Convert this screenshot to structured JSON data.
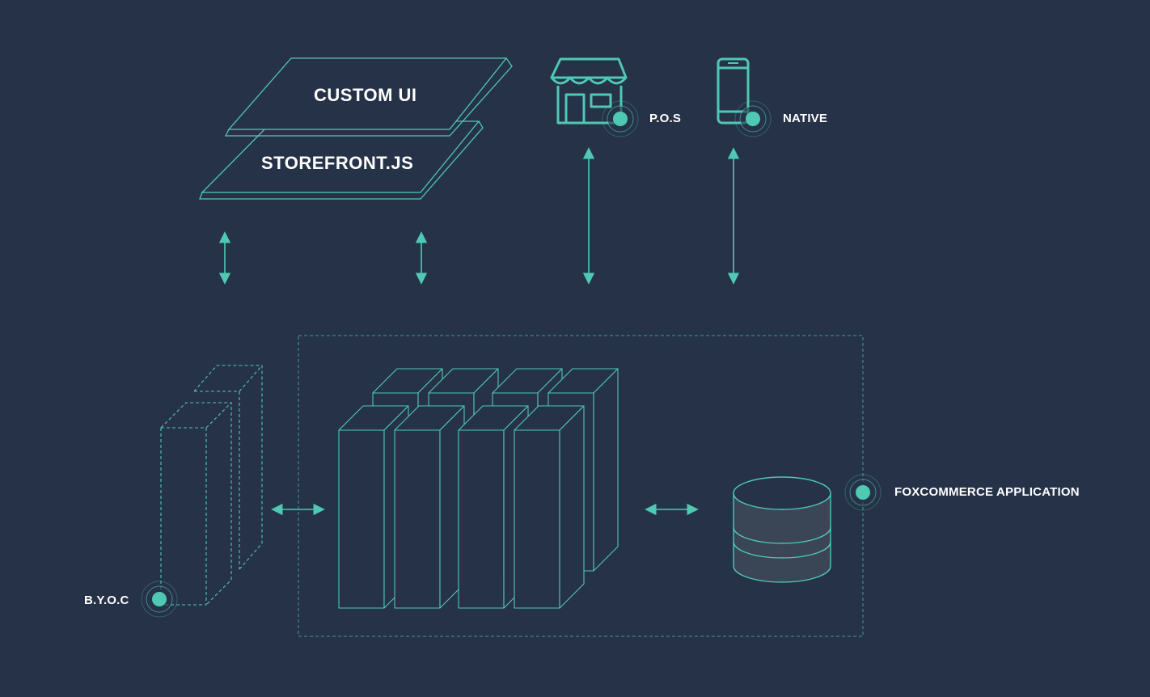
{
  "layers": {
    "custom_ui": "CUSTOM UI",
    "storefront": "STOREFRONT.JS"
  },
  "clients": {
    "pos": "P.O.S",
    "native": "NATIVE"
  },
  "backend": {
    "byoc": "B.Y.O.C",
    "app": "FOXCOMMERCE APPLICATION"
  },
  "colors": {
    "background": "#263248",
    "stroke": "#4fc8b4",
    "dot": "#4fc8b4",
    "text": "#ffffff"
  },
  "icons": [
    "storefront-icon",
    "phone-icon",
    "database-icon"
  ]
}
